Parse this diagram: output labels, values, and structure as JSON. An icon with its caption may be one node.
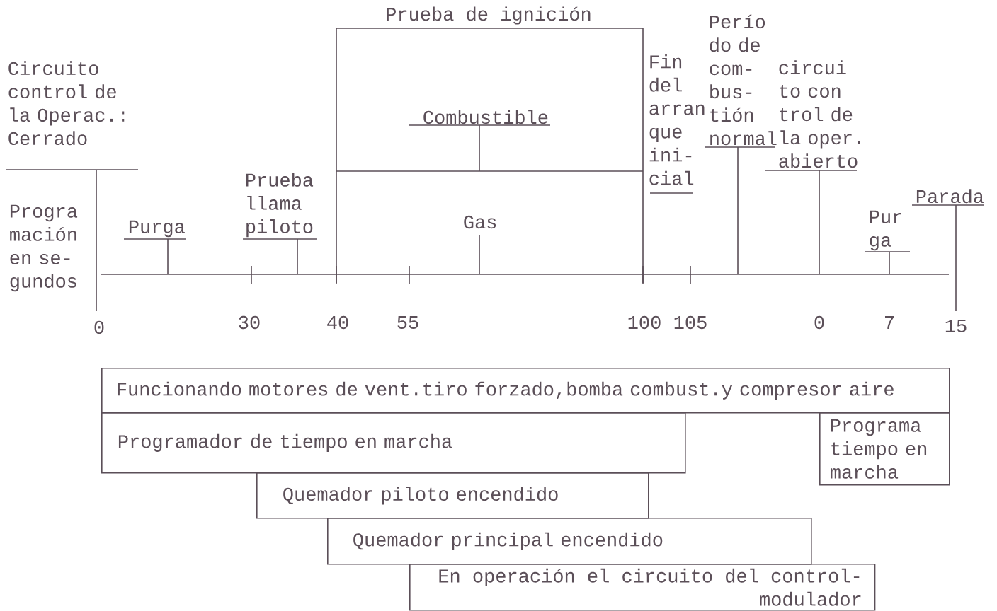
{
  "diagram": {
    "nodes": [
      {
        "text": [
          "Prueba de ignición"
        ]
      },
      {
        "text": [
          "Combustible"
        ],
        "in": 0
      },
      {
        "text": [
          "Gas"
        ],
        "in": 0
      },
      {
        "text": [
          "Circuito control de la Operac.: Cerrado"
        ]
      },
      {
        "text": [
          "Purga"
        ]
      },
      {
        "text": [
          "Prueba llama piloto"
        ]
      },
      {
        "text": [
          "Perío do de com- bus- tión normal"
        ]
      },
      {
        "text": [
          "circui to con trol de la oper. abierto"
        ]
      },
      {
        "text": [
          "Pur ga"
        ]
      },
      {
        "text": [
          "Parada"
        ]
      },
      {
        "text": [
          "Funcionando motores de vent.tiro forzado,bomba combust.y compresor aire"
        ]
      },
      {
        "text": [
          "Programador de tiempo en marcha"
        ]
      },
      {
        "text": [
          "Programa tiempo en marcha"
        ]
      },
      {
        "text": [
          "Quemador piloto encendido"
        ]
      },
      {
        "text": [
          "Quemador principal encendido"
        ]
      },
      {
        "text": [
          "En operación el circuito del control- modulador"
        ]
      },
      {
        "text": [],
        "shape": "line"
      }
    ],
    "edges": [
      {
        "from": 1,
        "to": null,
        "arrow": "none"
      },
      {
        "from": 2,
        "to": 16,
        "arrow": "none"
      },
      {
        "from": 3,
        "to": null,
        "arrow": "none"
      },
      {
        "from": 4,
        "to": 16,
        "arrow": "none"
      },
      {
        "from": 5,
        "to": 16,
        "arrow": "none"
      },
      {
        "from": 6,
        "to": 16,
        "arrow": "none"
      },
      {
        "from": 7,
        "to": 16,
        "arrow": "none"
      },
      {
        "from": 8,
        "to": 16,
        "arrow": "none"
      },
      {
        "from": 9,
        "to": null,
        "arrow": "none"
      }
    ],
    "labels": [
      "Fin del arran que ini- cial",
      "Progra mación en se- gundos",
      "0",
      "30",
      "40",
      "55",
      "100",
      "105",
      "0",
      "7",
      "15"
    ]
  }
}
